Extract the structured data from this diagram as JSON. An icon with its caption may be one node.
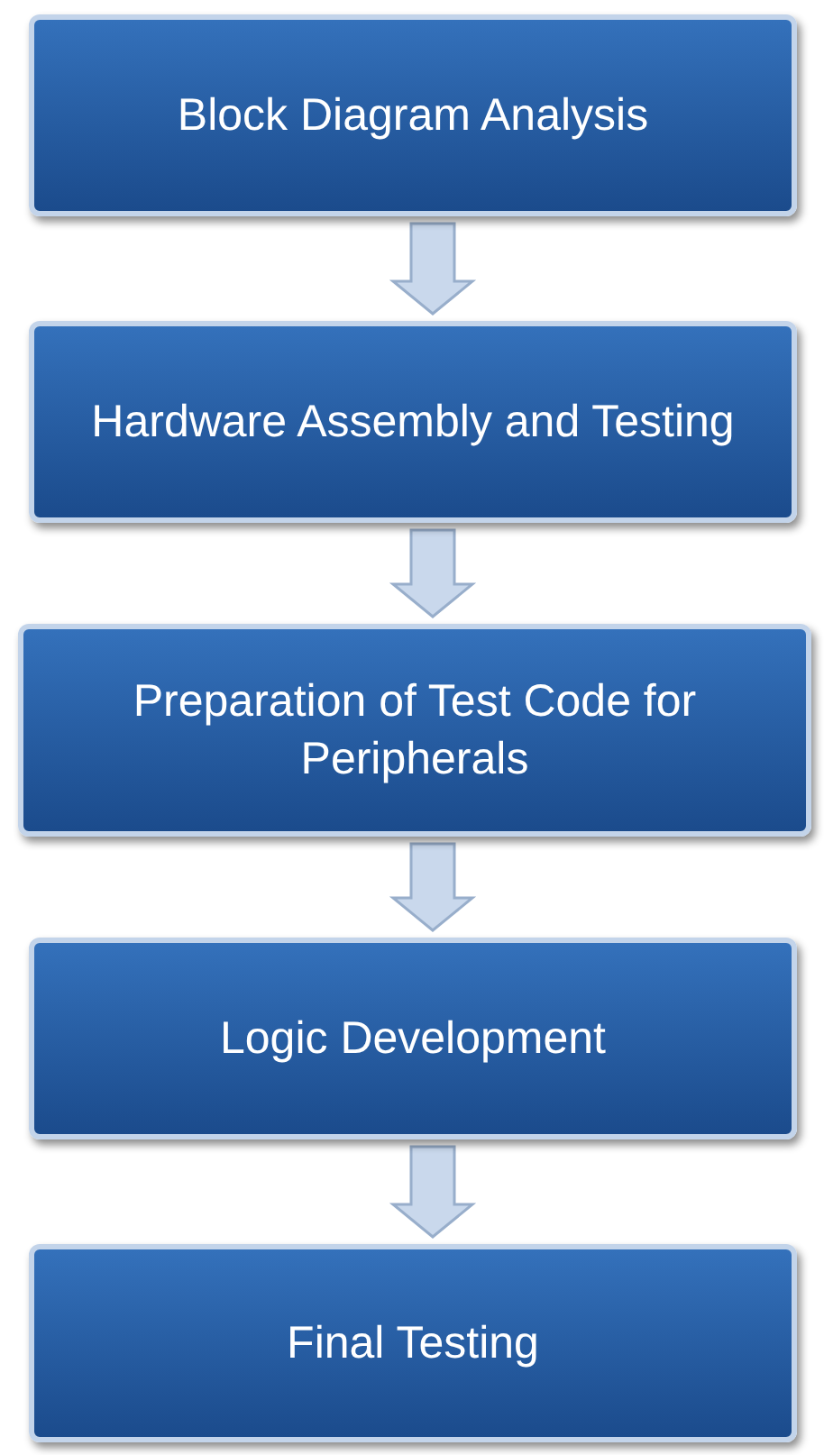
{
  "diagram": {
    "nodes": [
      {
        "text": [
          "Block Diagram Analysis"
        ]
      },
      {
        "text": [
          "Hardware Assembly and Testing"
        ]
      },
      {
        "text": [
          "Preparation of Test Code for Peripherals"
        ]
      },
      {
        "text": [
          "Logic Development"
        ]
      },
      {
        "text": [
          "Final Testing"
        ]
      }
    ],
    "edges": [
      {
        "from": 0,
        "to": 1,
        "arrow": "to"
      },
      {
        "from": 1,
        "to": 2,
        "arrow": "to"
      },
      {
        "from": 2,
        "to": 3,
        "arrow": "to"
      },
      {
        "from": 3,
        "to": 4,
        "arrow": "to"
      }
    ]
  }
}
